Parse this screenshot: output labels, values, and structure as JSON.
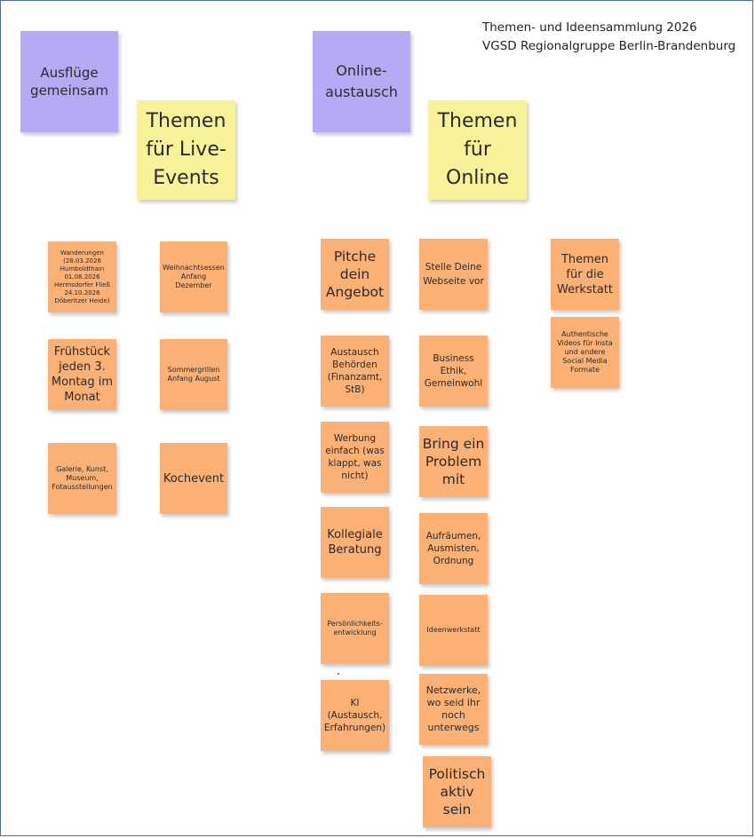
{
  "board": {
    "title_line1": "Themen- und Ideensammlung 2026",
    "title_line2": "VGSD Regionalgruppe Berlin-Brandenburg"
  },
  "colors": {
    "purple_note": "#b8a9f5",
    "yellow_note": "#f8f29a",
    "orange_note": "#fbb076",
    "frame": "#4a6fa8"
  },
  "headers": {
    "ausfluege": "Ausflüge gemeinsam",
    "onlineaustausch": "Online-austausch",
    "themen_live": "Themen für Live-Events",
    "themen_online": "Themen für Online"
  },
  "live_notes": {
    "wanderungen": "Wanderungen (28.03.2026 Humboldthain 01.08.2026 Hermsdorfer Fließ 24.10.2026 Döberitzer Heide)",
    "weihnachtsessen": "Weihnachtsessen Anfang Dezember",
    "fruehstueck": "Frühstück jeden 3. Montag im Monat",
    "sommergrillen": "Sommergrillen Anfang August",
    "galerie": "Galerie, Kunst, Museum, Fotausstellungen",
    "kochevent": "Kochevent"
  },
  "online_col1": {
    "pitche": "Pitche dein Angebot",
    "austausch_behoerden": "Austausch Behörden (Finanzamt, StB)",
    "werbung": "Werbung einfach (was klappt, was nicht)",
    "kollegiale": "Kollegiale Beratung",
    "persoenlichkeit": "Persönlichkeits-entwicklung",
    "ki": "KI (Austausch, Erfahrungen)"
  },
  "online_col2": {
    "webseite": "Stelle Deine Webseite vor",
    "business_ethik": "Business Ethik, Gemeinwohl",
    "problem": "Bring ein Problem mit",
    "aufraeumen": "Aufräumen, Ausmisten, Ordnung",
    "ideenwerkstatt": "Ideenwerkstatt",
    "netzwerke": "Netzwerke, wo seid ihr noch unterwegs",
    "politisch": "Politisch aktiv sein"
  },
  "werkstatt": {
    "header": "Themen für die Werkstatt",
    "videos": "Authentische Videos für Insta und andere Social Media Formate"
  }
}
